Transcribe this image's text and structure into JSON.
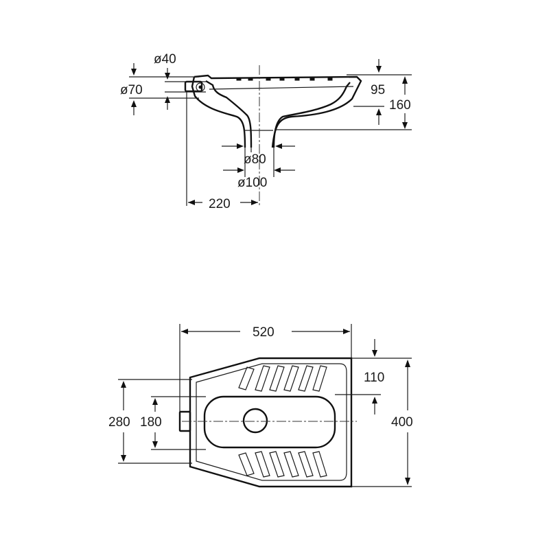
{
  "side_view": {
    "dia_40": "ø40",
    "dia_70": "ø70",
    "dia_80": "ø80",
    "dia_100": "ø100",
    "height_95": "95",
    "height_160": "160",
    "offset_220": "220"
  },
  "top_view": {
    "length_520": "520",
    "width_400": "400",
    "width_280": "280",
    "width_180": "180",
    "offset_110": "110"
  }
}
